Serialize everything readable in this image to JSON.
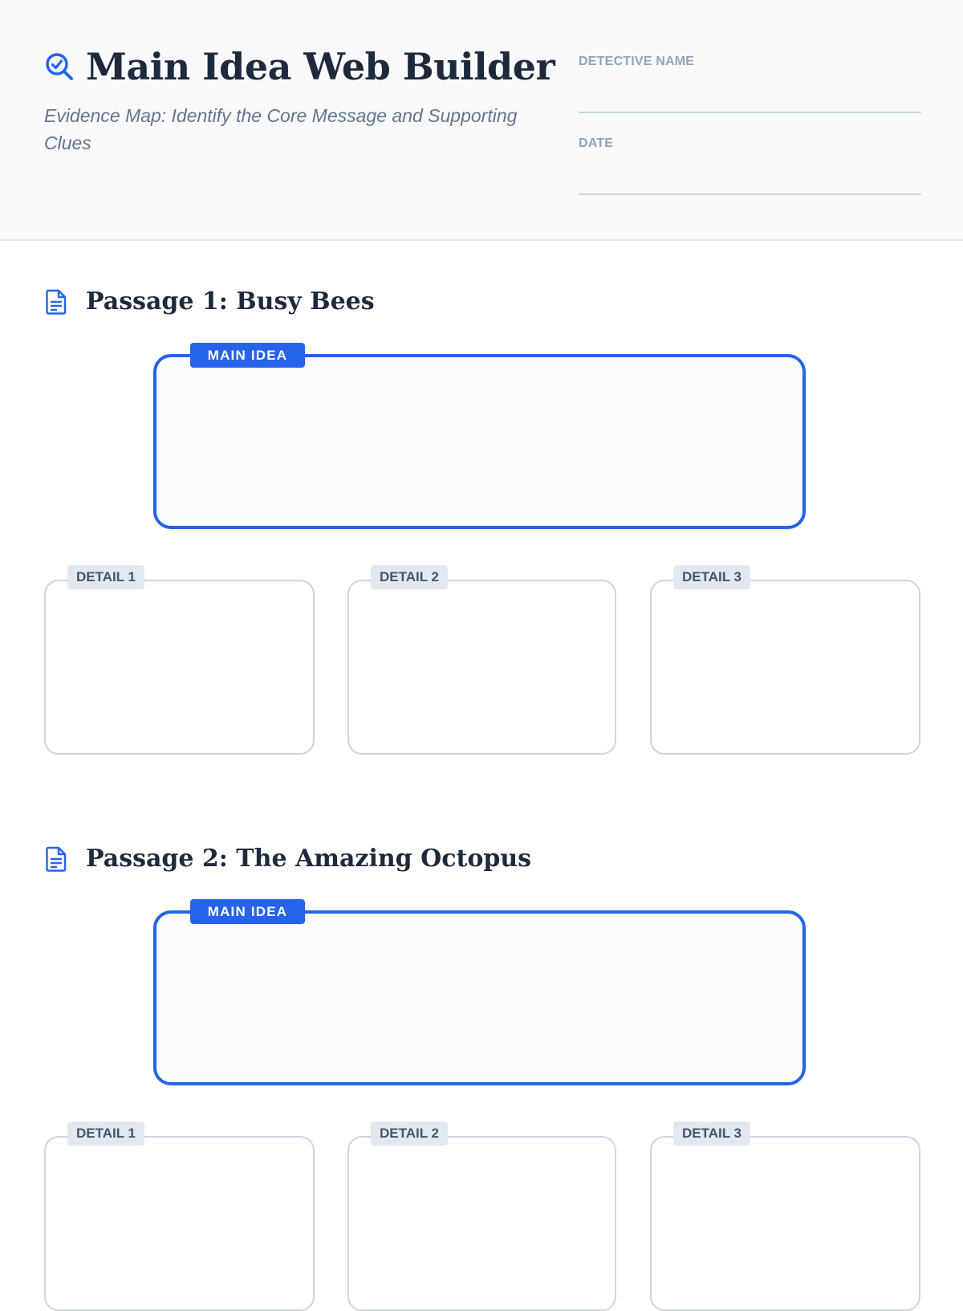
{
  "header": {
    "title": "Main Idea Web Builder",
    "subtitle": "Evidence Map: Identify the Core Message and Supporting Clues",
    "title_icon": "magnifier-check-icon",
    "fields": {
      "name_label": "DETECTIVE NAME",
      "date_label": "DATE"
    }
  },
  "passages": [
    {
      "title": "Passage 1: Busy Bees",
      "icon": "document-icon",
      "main_label": "MAIN IDEA",
      "details": [
        "DETAIL 1",
        "DETAIL 2",
        "DETAIL 3"
      ]
    },
    {
      "title": "Passage 2: The Amazing Octopus",
      "icon": "document-icon",
      "main_label": "MAIN IDEA",
      "details": [
        "DETAIL 1",
        "DETAIL 2",
        "DETAIL 3"
      ]
    }
  ],
  "colors": {
    "accent": "#2563eb",
    "text": "#1e293b",
    "muted": "#64748b",
    "border": "#cbd5e1",
    "header_bg": "#f8fafc"
  }
}
